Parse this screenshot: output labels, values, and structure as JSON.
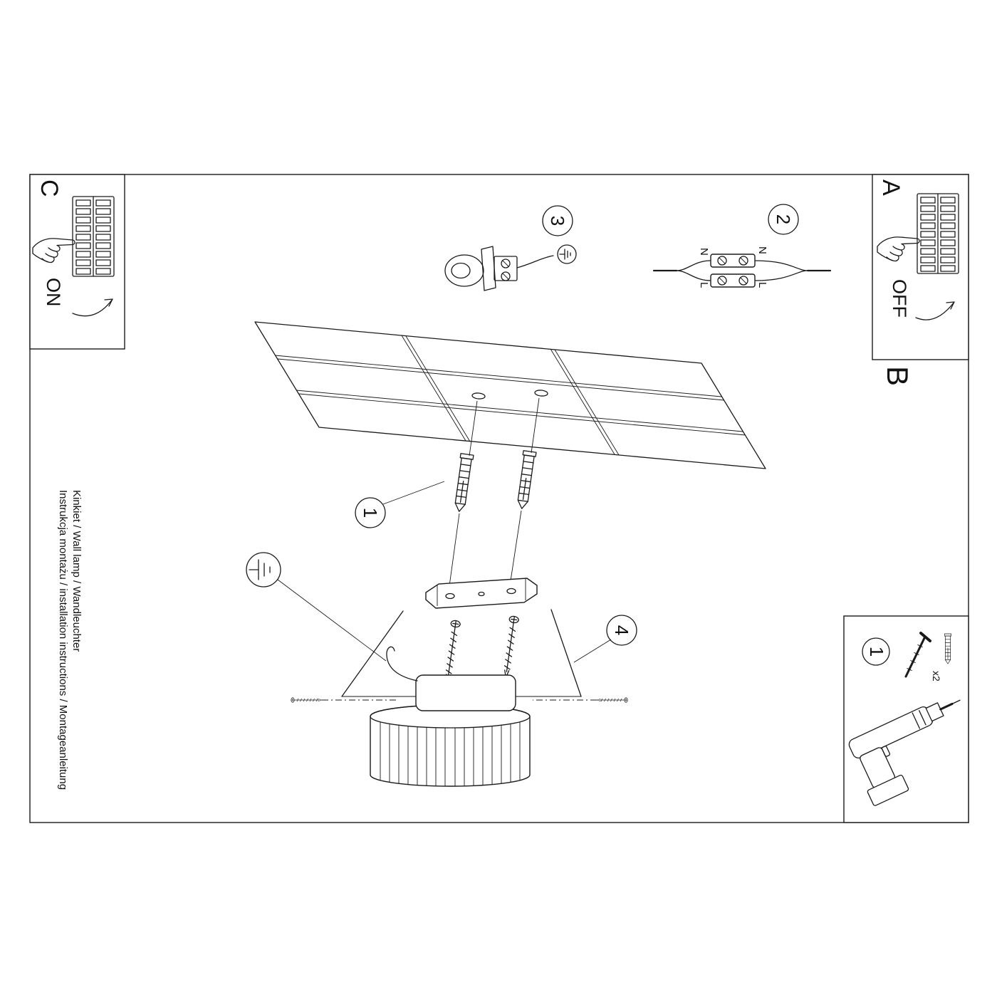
{
  "page": {
    "background": "#ffffff",
    "line_color": "#1a1a1a"
  },
  "sections": {
    "a": {
      "label": "A",
      "switch_state": "OFF"
    },
    "b": {
      "label": "B"
    },
    "c": {
      "label": "C",
      "switch_state": "ON"
    }
  },
  "steps": {
    "step1": "1",
    "step2": "2",
    "step3": "3",
    "step4": "4"
  },
  "wiring": {
    "neutral": "N",
    "live": "L"
  },
  "tools": {
    "step": "1",
    "quantity": "x2"
  },
  "side_text": {
    "line1": "Instrukcja montażu / installation instructions / Montageanleitung",
    "line2": "Kinkiet / Wall lamp / Wandleuchter"
  }
}
